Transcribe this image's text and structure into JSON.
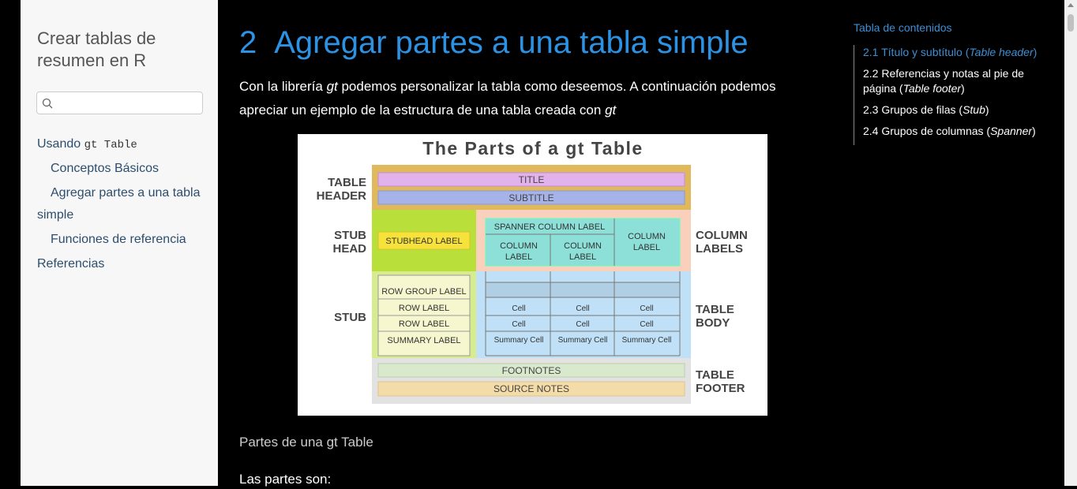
{
  "sidebar": {
    "title": "Crear tablas de resumen en R",
    "search": {
      "placeholder": "",
      "value": ""
    },
    "nav": [
      {
        "prefix": "Usando ",
        "code": "gt Table"
      },
      {
        "label": "Conceptos Básicos"
      },
      {
        "label": "Agregar partes a una tabla simple"
      },
      {
        "label": "Funciones de referencia"
      },
      {
        "label": "Referencias"
      }
    ]
  },
  "main": {
    "heading_number": "2",
    "heading_text": "Agregar partes a una tabla simple",
    "para_part1": "Con la librería ",
    "para_em1": "gt",
    "para_part2": " podemos personalizar la tabla como deseemos. A continuación podemos apreciar un ejemplo de la estructura de una tabla creada con ",
    "para_em2": "gt",
    "caption": "Partes de una gt Table",
    "parts_intro": "Las partes son:"
  },
  "figure": {
    "title": "The Parts of a gt Table",
    "left_labels": {
      "table_header_1": "TABLE",
      "table_header_2": "HEADER",
      "stub_head_1": "STUB",
      "stub_head_2": "HEAD",
      "stub": "STUB"
    },
    "right_labels": {
      "column_labels_1": "COLUMN",
      "column_labels_2": "LABELS",
      "table_body_1": "TABLE",
      "table_body_2": "BODY",
      "table_footer_1": "TABLE",
      "table_footer_2": "FOOTER"
    },
    "header": {
      "title": "TITLE",
      "subtitle": "SUBTITLE"
    },
    "stubhead_label": "STUBHEAD LABEL",
    "spanner_label": "SPANNER COLUMN LABEL",
    "column_label_1": "COLUMN",
    "column_label_2": "LABEL",
    "stub_rows": {
      "row_group": "ROW GROUP LABEL",
      "row1": "ROW LABEL",
      "row2": "ROW LABEL",
      "summary": "SUMMARY LABEL"
    },
    "cell": "Cell",
    "summary_cell": "Summary Cell",
    "footer": {
      "footnotes": "FOOTNOTES",
      "source_notes": "SOURCE NOTES"
    }
  },
  "toc": {
    "title": "Tabla de contenidos",
    "entries": [
      {
        "num": "2.1",
        "text": "Título y subtítulo (",
        "em": "Table header",
        "end": ")"
      },
      {
        "num": "2.2",
        "text": "Referencias y notas al pie de página (",
        "em": "Table footer",
        "end": ")"
      },
      {
        "num": "2.3",
        "text": "Grupos de filas (",
        "em": "Stub",
        "end": ")"
      },
      {
        "num": "2.4",
        "text": "Grupos de columnas (",
        "em": "Spanner",
        "end": ")"
      }
    ]
  },
  "colors": {
    "heading": "#2b92e4",
    "toc_active": "#3d8fd4",
    "nav_link": "#2c4e6e"
  }
}
